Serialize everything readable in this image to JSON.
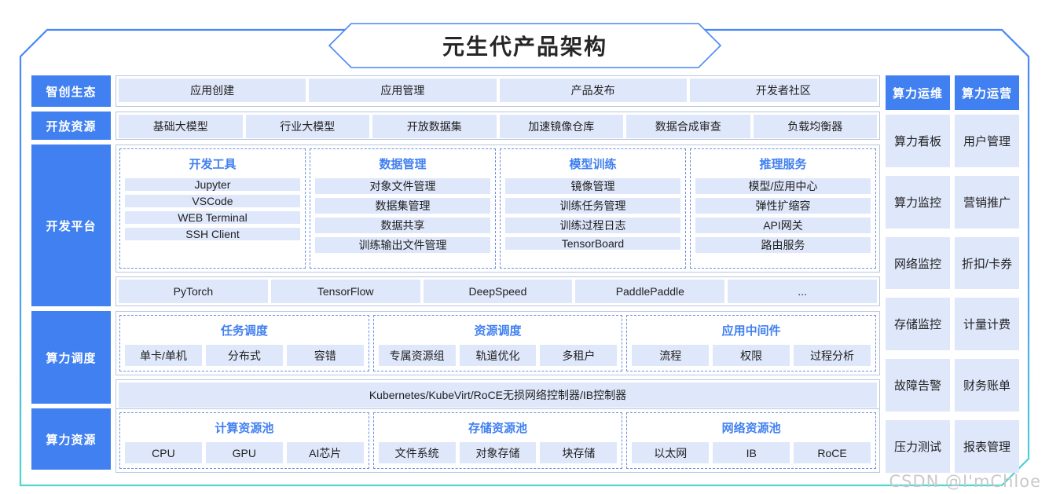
{
  "title": "元生代产品架构",
  "watermark": "CSDN @I'mChloe",
  "colors": {
    "brand_blue": "#4180f0",
    "cell_fill": "#dfe7fb",
    "frame_top": "#4a86f7",
    "frame_bottom": "#4fd6cf",
    "border_grey": "#b9c7dd"
  },
  "tiers": [
    {
      "label": "智创生态",
      "type": "simple",
      "items": [
        "应用创建",
        "应用管理",
        "产品发布",
        "开发者社区"
      ]
    },
    {
      "label": "开放资源",
      "type": "simple",
      "items": [
        "基础大模型",
        "行业大模型",
        "开放数据集",
        "加速镜像仓库",
        "数据合成审查",
        "负载均衡器"
      ]
    },
    {
      "label": "开发平台",
      "type": "groups",
      "groups": [
        {
          "title": "开发工具",
          "orientation": "vertical",
          "items": [
            "Jupyter",
            "VSCode",
            "WEB Terminal",
            "SSH Client"
          ]
        },
        {
          "title": "数据管理",
          "orientation": "vertical",
          "items": [
            "对象文件管理",
            "数据集管理",
            "数据共享",
            "训练输出文件管理"
          ]
        },
        {
          "title": "模型训练",
          "orientation": "vertical",
          "items": [
            "镜像管理",
            "训练任务管理",
            "训练过程日志",
            "TensorBoard"
          ]
        },
        {
          "title": "推理服务",
          "orientation": "vertical",
          "items": [
            "模型/应用中心",
            "弹性扩缩容",
            "API网关",
            "路由服务"
          ]
        }
      ],
      "footer_items": [
        "PyTorch",
        "TensorFlow",
        "DeepSpeed",
        "PaddlePaddle",
        "..."
      ]
    },
    {
      "label": "算力调度",
      "type": "groups",
      "groups": [
        {
          "title": "任务调度",
          "orientation": "horizontal",
          "items": [
            "单卡/单机",
            "分布式",
            "容错"
          ]
        },
        {
          "title": "资源调度",
          "orientation": "horizontal",
          "items": [
            "专属资源组",
            "轨道优化",
            "多租户"
          ]
        },
        {
          "title": "应用中间件",
          "orientation": "horizontal",
          "items": [
            "流程",
            "权限",
            "过程分析"
          ]
        }
      ],
      "footer_bar": "Kubernetes/KubeVirt/RoCE无损网络控制器/IB控制器"
    },
    {
      "label": "算力资源",
      "type": "groups",
      "groups": [
        {
          "title": "计算资源池",
          "orientation": "horizontal",
          "items": [
            "CPU",
            "GPU",
            "AI芯片"
          ]
        },
        {
          "title": "存储资源池",
          "orientation": "horizontal",
          "items": [
            "文件系统",
            "对象存储",
            "块存储"
          ]
        },
        {
          "title": "网络资源池",
          "orientation": "horizontal",
          "items": [
            "以太网",
            "IB",
            "RoCE"
          ]
        }
      ]
    }
  ],
  "ops": {
    "headers": [
      "算力运维",
      "算力运营"
    ],
    "rows": [
      [
        "算力看板",
        "用户管理"
      ],
      [
        "算力监控",
        "营销推广"
      ],
      [
        "网络监控",
        "折扣/卡券"
      ],
      [
        "存储监控",
        "计量计费"
      ],
      [
        "故障告警",
        "财务账单"
      ],
      [
        "压力测试",
        "报表管理"
      ]
    ]
  }
}
